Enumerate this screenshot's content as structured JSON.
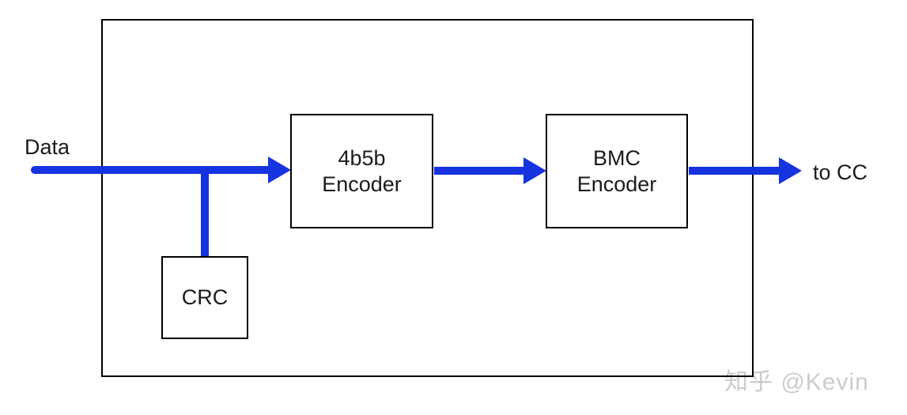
{
  "diagram": {
    "labels": {
      "input": "Data",
      "output": "to CC"
    },
    "blocks": {
      "crc": {
        "label": "CRC"
      },
      "encoder_4b5b": {
        "label": "4b5b\nEncoder"
      },
      "encoder_bmc": {
        "label": "BMC\nEncoder"
      }
    },
    "colors": {
      "arrow": "#1633e0",
      "line": "#000000",
      "text": "#1b1b1b",
      "watermark": "#cccccc"
    },
    "watermark": "知乎 @Kevin"
  }
}
